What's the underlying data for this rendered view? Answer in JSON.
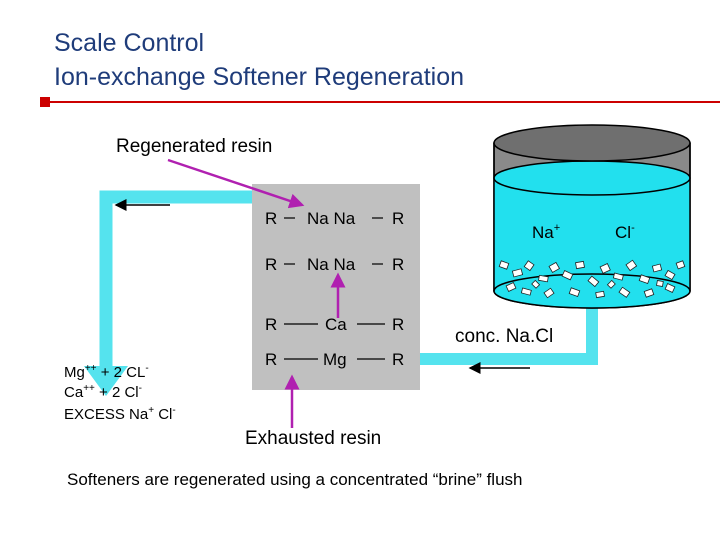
{
  "title": {
    "line1": "Scale Control",
    "line2": "Ion-exchange Softener Regeneration"
  },
  "labels": {
    "regenerated_resin": "Regenerated resin",
    "exhausted_resin": "Exhausted  resin",
    "conc_nacl": "conc. Na.Cl",
    "tank_na": "Na",
    "tank_na_sup": "+",
    "tank_cl": "Cl",
    "tank_cl_sup": "-",
    "caption": "Softeners are regenerated using a concentrated “brine” flush"
  },
  "effluent": {
    "line1_a": "Mg",
    "line1_sup1": "++",
    "line1_b": " + 2 CL",
    "line1_sup2": "-",
    "line2_a": "Ca",
    "line2_sup1": "++",
    "line2_b": " +  2 Cl",
    "line2_sup2": "-",
    "line3_a": "EXCESS Na",
    "line3_sup1": "+",
    "line3_b": "  Cl",
    "line3_sup2": "-"
  },
  "resin": {
    "rows": [
      {
        "left": "R",
        "middle": "Na  Na",
        "right": "R"
      },
      {
        "left": "R",
        "middle": "Na  Na",
        "right": "R"
      },
      {
        "left": "R",
        "middle": "Ca",
        "right": "R"
      },
      {
        "left": "R",
        "middle": "Mg",
        "right": "R"
      }
    ]
  },
  "colors": {
    "title": "#1f3c7a",
    "accent_bar": "#cc0000",
    "pipe": "#55e3ee",
    "brine": "#22e0ee",
    "tank_gray": "#8a8a8a",
    "resin_box": "#c0c0c0",
    "arrow_pointer": "#b020b0"
  }
}
